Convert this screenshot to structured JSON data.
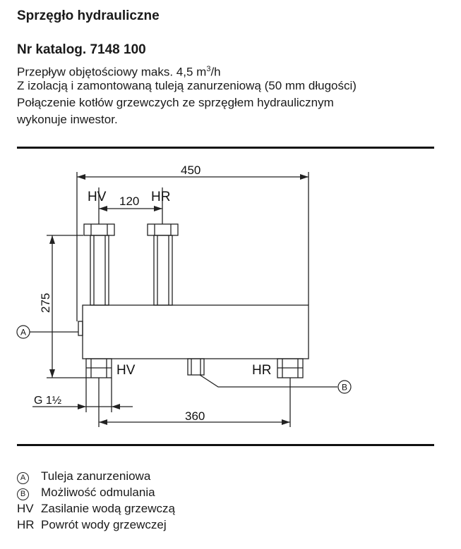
{
  "document": {
    "title": "Sprzęgło hydrauliczne",
    "catalog": "Nr katalog. 7148 100",
    "lines": [
      "Przepływ objętościowy maks. 4,5 m",
      "3",
      "/h",
      "Z izolacją i zamontowaną tuleją zanurzeniową (50 mm długości)",
      "Połączenie kotłów grzewczych ze sprzęgłem hydraulicznym",
      "wykonuje inwestor."
    ]
  },
  "drawing": {
    "dim_450": "450",
    "dim_120": "120",
    "dim_275": "275",
    "dim_360": "360",
    "thread": "G 1½",
    "hv": "HV",
    "hr": "HR",
    "marker_a": "A",
    "marker_b": "B"
  },
  "legend": [
    {
      "symbol": "A",
      "text": "Tuleja zanurzeniowa"
    },
    {
      "symbol": "B",
      "text": "Możliwość odmulania"
    },
    {
      "symbol": "HV",
      "text": "Zasilanie wodą grzewczą"
    },
    {
      "symbol": "HR",
      "text": "Powrót wody grzewczej"
    }
  ]
}
